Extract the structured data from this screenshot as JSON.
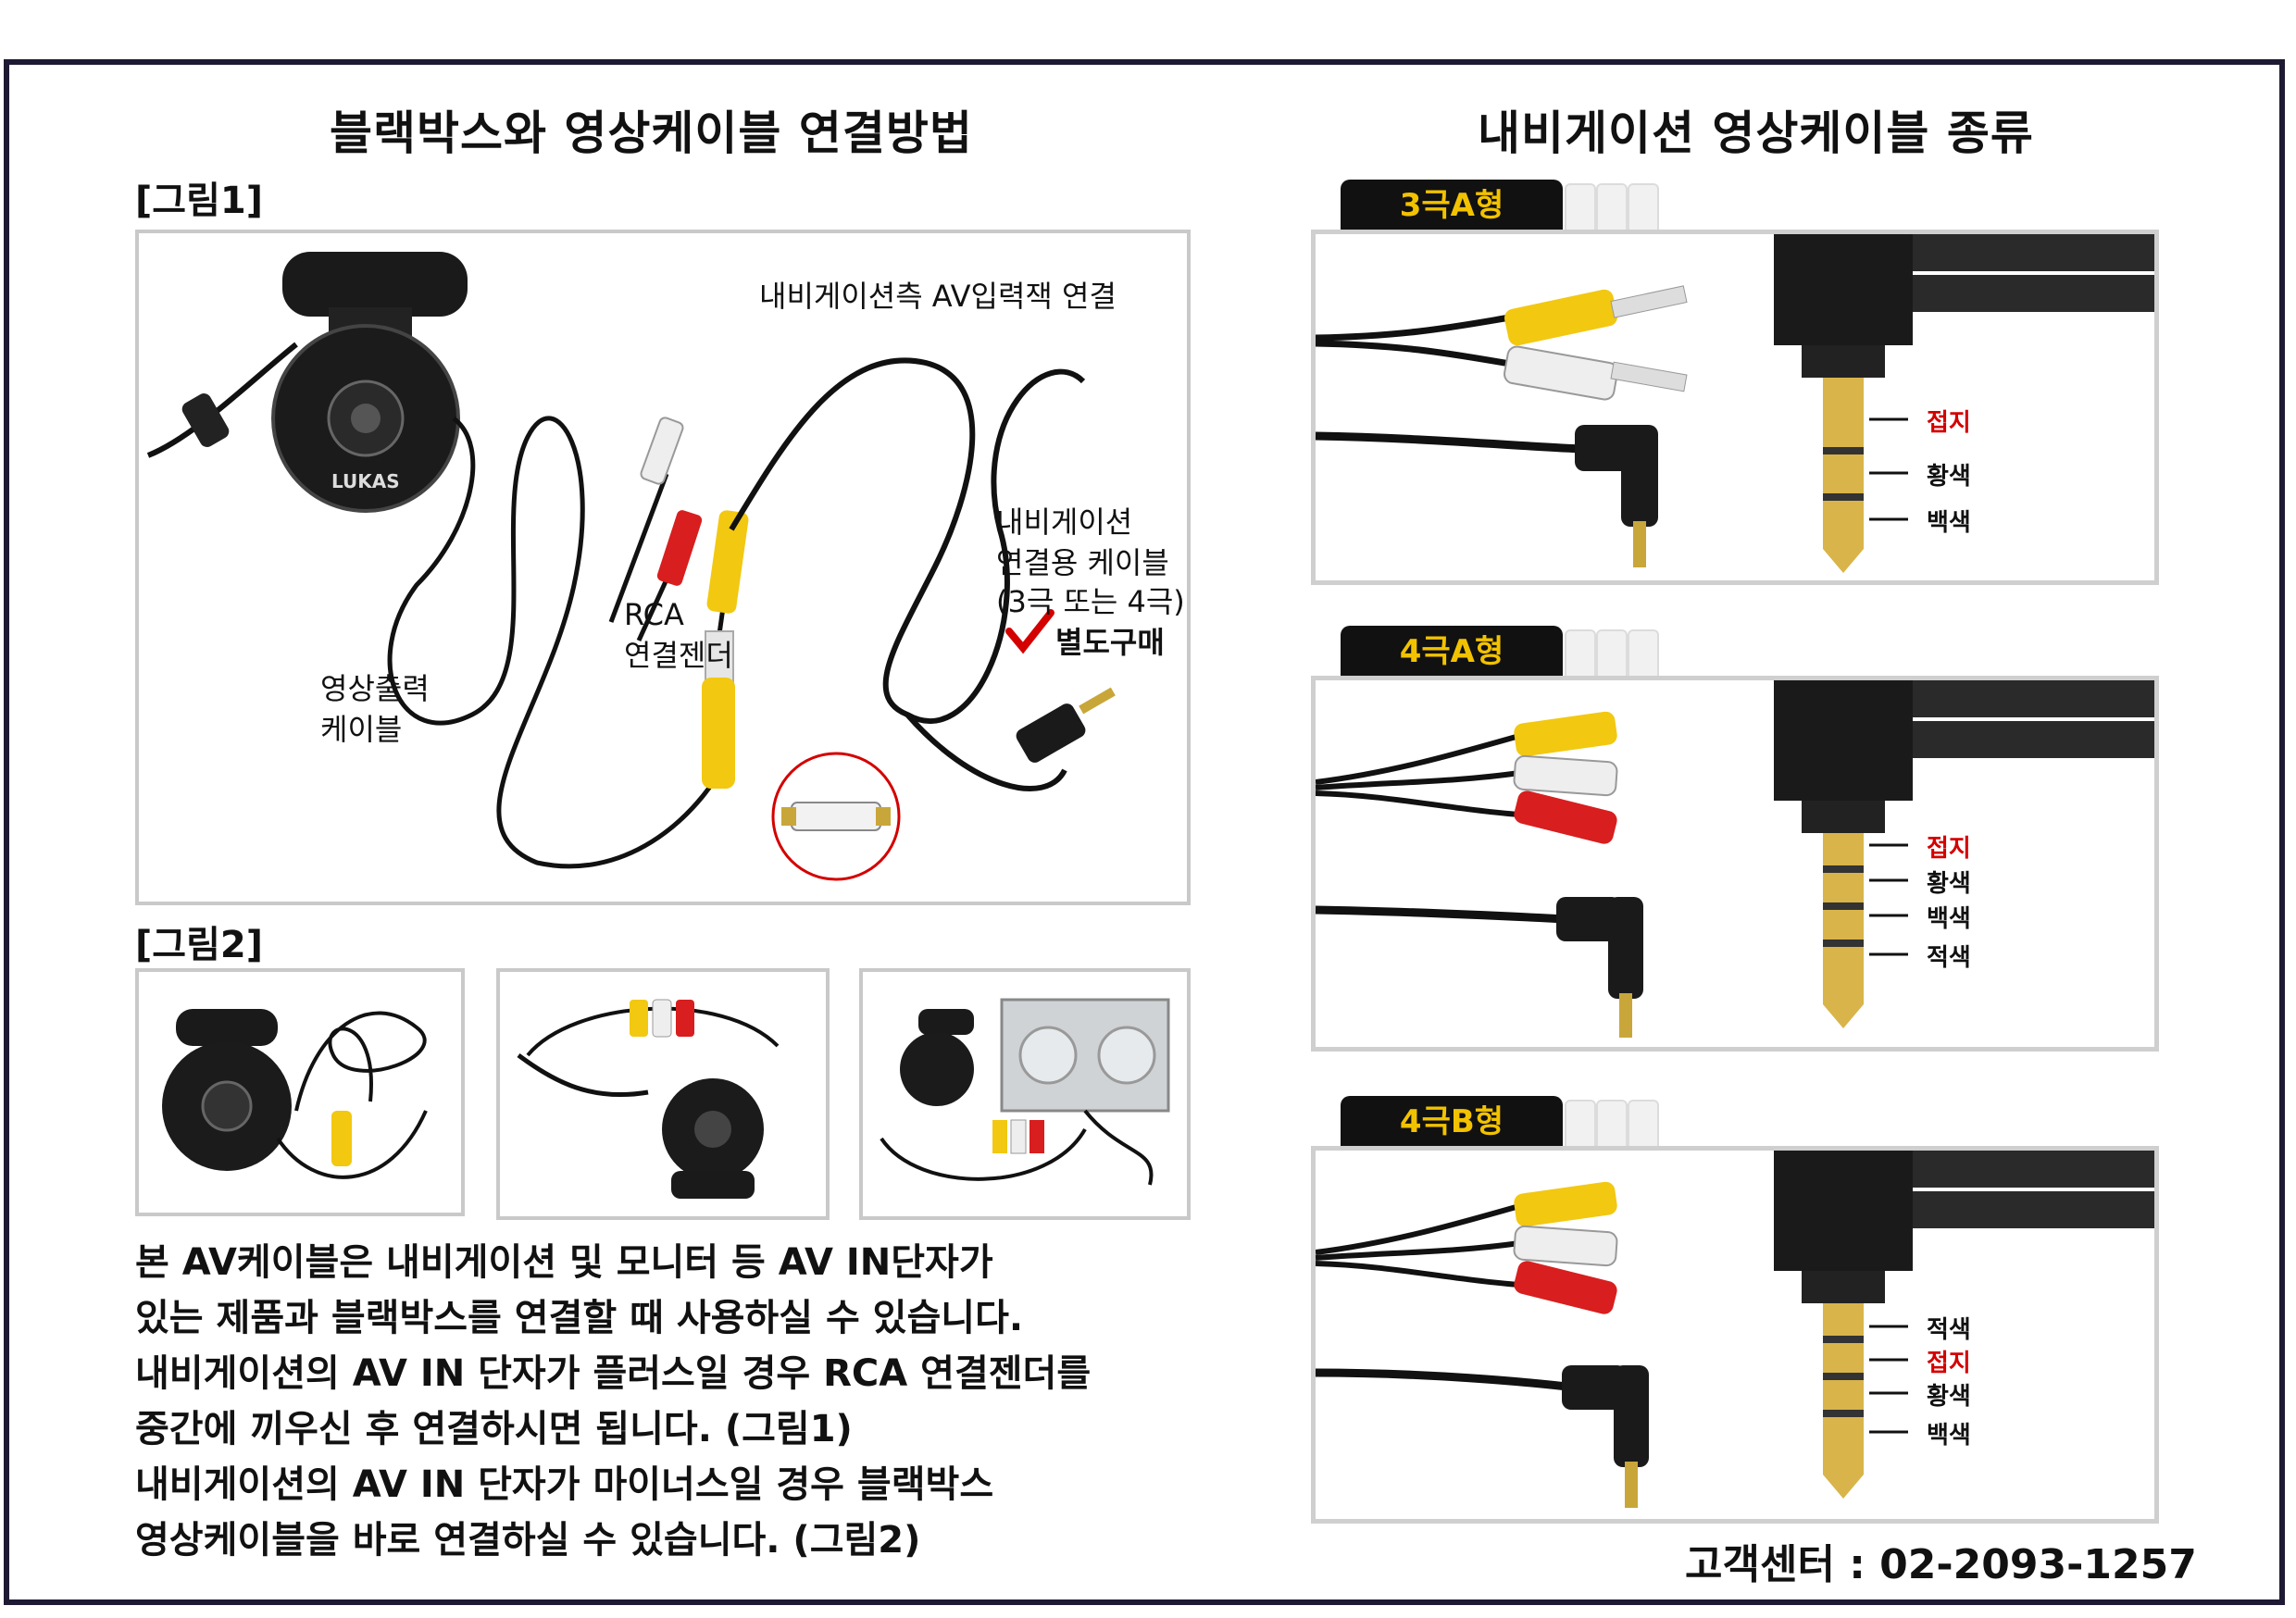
{
  "left": {
    "title": "블랙박스와 영상케이블 연결방법",
    "fig1_label": "[그림1]",
    "fig2_label": "[그림2]",
    "fig1": {
      "label_nav_side": "내비게이션측 AV입력잭 연결",
      "label_nav_cable_1": "내비게이션",
      "label_nav_cable_2": "연결용 케이블",
      "label_nav_cable_3": "(3극 또는 4극)",
      "label_sold_separately": "별도구매",
      "label_rca_1": "RCA",
      "label_rca_2": "연결젠더",
      "label_video_out_1": "영상출력",
      "label_video_out_2": "케이블",
      "brand": "LUKAS"
    },
    "body_lines": [
      "본 AV케이블은 내비게이션 및 모니터 등 AV IN단자가",
      "있는 제품과 블랙박스를 연결할 때 사용하실 수 있습니다.",
      "내비게이션의 AV IN 단자가 플러스일 경우 RCA 연결젠더를",
      "중간에 끼우신 후 연결하시면 됩니다. (그림1)",
      "내비게이션의 AV IN 단자가 마이너스일 경우 블랙박스",
      "영상케이블을 바로 연결하실 수 있습니다. (그림2)"
    ]
  },
  "right": {
    "title": "내비게이션 영상케이블 종류",
    "types": [
      {
        "tab": "3극A형",
        "labels": [
          "접지",
          "황색",
          "백색"
        ]
      },
      {
        "tab": "4극A형",
        "labels": [
          "접지",
          "황색",
          "백색",
          "적색"
        ]
      },
      {
        "tab": "4극B형",
        "labels": [
          "적색",
          "접지",
          "황색",
          "백색"
        ]
      }
    ],
    "customer_center": "고객센터 : 02-2093-1257"
  },
  "colors": {
    "frame": "#1e1a33",
    "tab_text": "#f2c200",
    "ground_label": "#d40000",
    "rca_yellow": "#f2c811",
    "rca_white": "#eeeeee",
    "rca_red": "#d81e1e",
    "check_mark": "#d40000"
  }
}
